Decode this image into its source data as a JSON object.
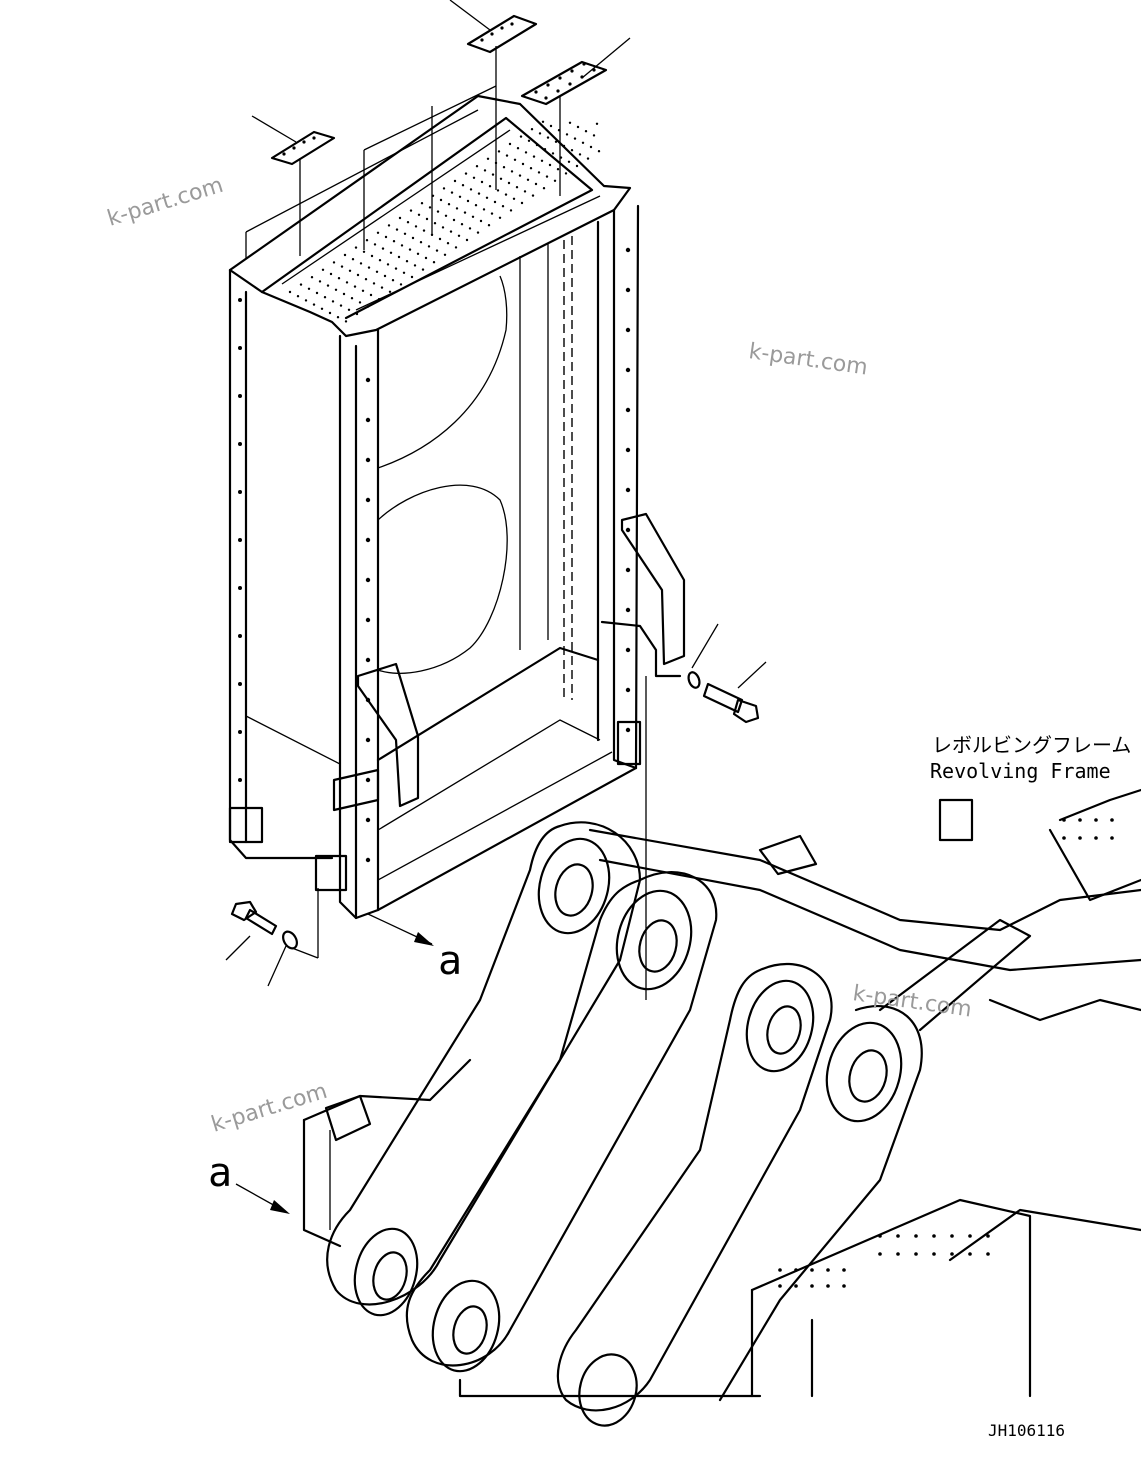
{
  "labels": {
    "frame_jp": "レボルビングフレーム",
    "frame_en": "Revolving Frame",
    "arrow_a_top": "a",
    "arrow_a_left": "a",
    "drawing_no": "JH106116"
  },
  "watermarks": [
    "k-part.com",
    "k-part.com",
    "k-part.com",
    "k-part.com"
  ],
  "colors": {
    "line": "#000000",
    "watermark": "#9a9a9a",
    "background": "#ffffff"
  }
}
